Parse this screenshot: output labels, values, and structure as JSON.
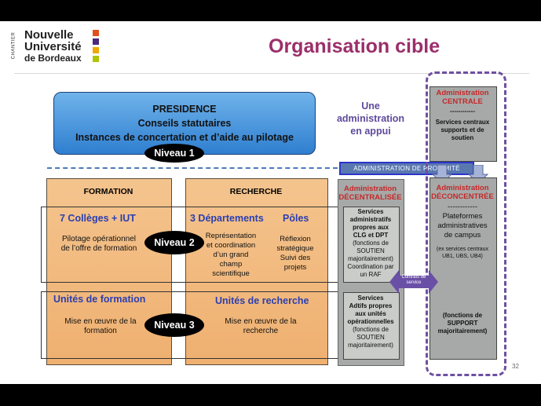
{
  "logo": {
    "chantier": "CHANTIER",
    "line1": "Nouvelle",
    "line2": "Université",
    "line3": "de Bordeaux",
    "colors": [
      "#e4501c",
      "#4a2a7a",
      "#f0a800",
      "#b0c400"
    ]
  },
  "slide_title": "Organisation cible",
  "presidence": {
    "line1": "PRESIDENCE",
    "line2": "Conseils statutaires",
    "line3": "Instances de concertation et d’aide au pilotage"
  },
  "niveaux": {
    "n1": "Niveau 1",
    "n2": "Niveau 2",
    "n3": "Niveau 3"
  },
  "une_administration": {
    "line1": "Une",
    "line2": "administration",
    "line3": "en appui"
  },
  "proximite": "ADMINISTRATION DE PROXIMITÉ",
  "formation": {
    "header": "FORMATION",
    "row2_title": "7 Collèges + IUT",
    "row2_text1": "Pilotage opérationnel",
    "row2_text2": "de l’offre de formation",
    "row3_title": "Unités de formation",
    "row3_text1": "Mise en œuvre de la",
    "row3_text2": "formation"
  },
  "recherche": {
    "header": "RECHERCHE",
    "row2_title_a": "3 Départements",
    "row2_title_b": "Pôles",
    "dept_text": [
      "Représentation",
      "et coordination",
      "d’un grand",
      "champ",
      "scientifique"
    ],
    "poles_text": [
      "Réflexion",
      "stratégique",
      "Suivi des",
      "projets"
    ],
    "row3_title": "Unités de recherche",
    "row3_text1": "Mise en œuvre de la",
    "row3_text2": "recherche"
  },
  "decentralisee": {
    "title1": "Administration",
    "title2": "DÉCENTRALISÉE",
    "box1": [
      "Services",
      "administratifs",
      "propres aux",
      "CLG et DPT"
    ],
    "box1_normal": [
      "(fonctions de",
      "SOUTIEN",
      "majoritairement)",
      "Coordination par",
      "un RAF"
    ],
    "box2": [
      "Services",
      "Adtifs propres",
      "aux unités",
      "opérationnelles"
    ],
    "box2_normal": [
      "(fonctions de",
      "SOUTIEN",
      "majoritairement)"
    ]
  },
  "centrale": {
    "title1": "Administration",
    "title2": "CENTRALE",
    "dashes": "------------",
    "text": [
      "Services centraux",
      "supports et de",
      "soutien"
    ]
  },
  "deconcentree": {
    "title1": "Administration",
    "title2": "DÉCONCENTRÉE",
    "dashes": "------------",
    "text": [
      "Plateformes",
      "administratives",
      "de campus"
    ],
    "note": [
      "(ex services centraux",
      "UB1, UBS, UB4)"
    ],
    "support": [
      "(fonctions de",
      "SUPPORT",
      "majoritairement)"
    ]
  },
  "contrats": {
    "line1": "Contrats de",
    "line2": "service"
  },
  "page_number": "32"
}
